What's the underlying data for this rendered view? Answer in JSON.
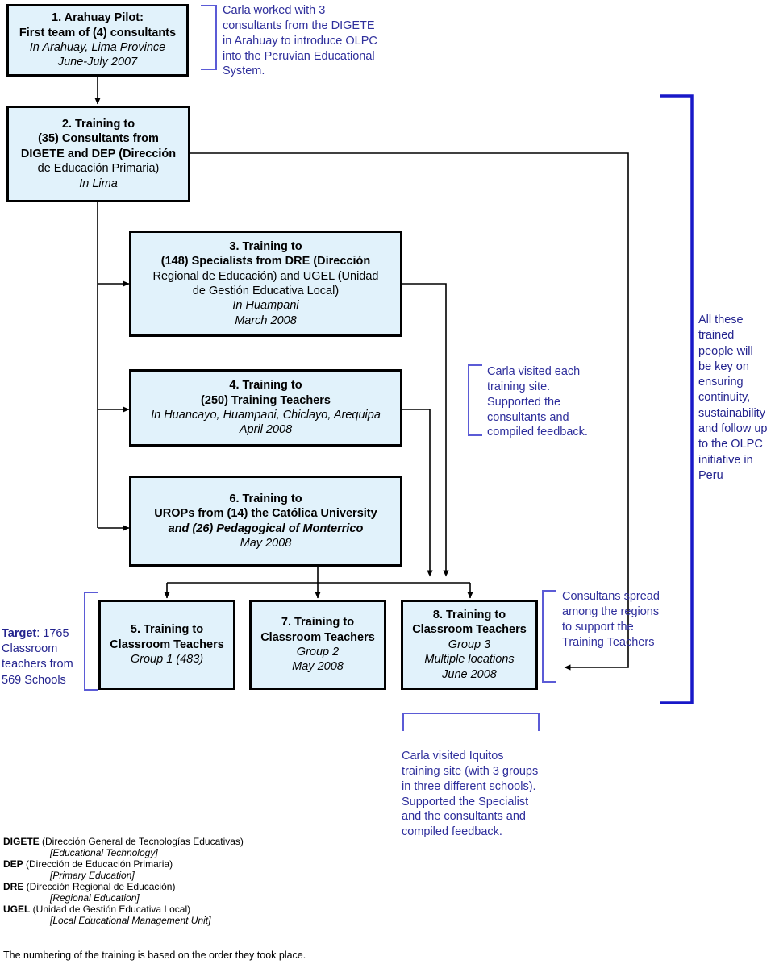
{
  "boxes": {
    "b1": {
      "lines": [
        {
          "text": "1. Arahuay Pilot:",
          "style": "b"
        },
        {
          "text": "First team of (4) consultants",
          "style": "b"
        },
        {
          "text": "In Arahuay, Lima Province",
          "style": "i"
        },
        {
          "text": "June-July 2007",
          "style": "i"
        }
      ]
    },
    "b2": {
      "lines": [
        {
          "text": "2. Training to",
          "style": "b"
        },
        {
          "text": "(35) Consultants from",
          "style": "b"
        },
        {
          "text": "DIGETE and DEP (Dirección",
          "style": "b"
        },
        {
          "text": "de Educación Primaria)",
          "style": "n"
        },
        {
          "text": "In Lima",
          "style": "i"
        }
      ]
    },
    "b3": {
      "lines": [
        {
          "text": "3. Training to",
          "style": "b"
        },
        {
          "text": "(148) Specialists from DRE (Dirección",
          "style": "b"
        },
        {
          "text": "Regional de Educación) and UGEL (Unidad",
          "style": "n"
        },
        {
          "text": "de Gestión Educativa Local)",
          "style": "n"
        },
        {
          "text": "In Huampani",
          "style": "i"
        },
        {
          "text": "March 2008",
          "style": "i"
        }
      ]
    },
    "b4": {
      "lines": [
        {
          "text": "4. Training to",
          "style": "b"
        },
        {
          "text": "(250) Training Teachers",
          "style": "b"
        },
        {
          "text": "In Huancayo, Huampani, Chiclayo, Arequipa",
          "style": "i"
        },
        {
          "text": "April 2008",
          "style": "i"
        }
      ]
    },
    "b6": {
      "lines": [
        {
          "text": "6. Training to",
          "style": "b"
        },
        {
          "text": "UROPs from (14) the Católica University",
          "style": "b"
        },
        {
          "text": "and (26) Pedagogical of Monterrico",
          "style": "bi"
        },
        {
          "text": " ",
          "style": "n"
        },
        {
          "text": "May 2008",
          "style": "i"
        }
      ]
    },
    "b5": {
      "lines": [
        {
          "text": "5. Training to",
          "style": "b"
        },
        {
          "text": "Classroom Teachers",
          "style": "b"
        },
        {
          "text": "Group 1 (483)",
          "style": "i"
        }
      ]
    },
    "b7": {
      "lines": [
        {
          "text": "7. Training to",
          "style": "b"
        },
        {
          "text": "Classroom Teachers",
          "style": "b"
        },
        {
          "text": "Group 2",
          "style": "i"
        },
        {
          "text": " ",
          "style": "n"
        },
        {
          "text": "May 2008",
          "style": "i"
        }
      ]
    },
    "b8": {
      "lines": [
        {
          "text": "8. Training to",
          "style": "b"
        },
        {
          "text": "Classroom Teachers",
          "style": "b"
        },
        {
          "text": "Group 3",
          "style": "i"
        },
        {
          "text": "Multiple locations",
          "style": "i"
        },
        {
          "text": "June 2008",
          "style": "i"
        }
      ]
    }
  },
  "notes": {
    "arahuay": "Carla worked with 3\nconsultants from the DIGETE\nin Arahuay to introduce OLPC\ninto the Peruvian Educational\nSystem.",
    "visited_each": "Carla visited each\ntraining site.\nSupported the\nconsultants and\ncompiled feedback.",
    "iquitos": "Carla visited Iquitos\ntraining site (with 3 groups\nin three different schools).\nSupported the Specialist\nand the consultants and\ncompiled feedback.",
    "consultans_spread": "Consultans spread\namong the regions\nto support the\nTraining Teachers",
    "all_trained": "All these\ntrained\npeople will\nbe key on\nensuring\ncontinuity,\nsustainability\nand follow up\nto the OLPC\ninitiative in\nPeru"
  },
  "target": {
    "label": "Target",
    "rest": ": 1765\nClassroom\nteachers from\n569 Schools"
  },
  "legend": [
    {
      "term": "DIGETE",
      "expansion": " (Dirección General de Tecnologías Educativas)",
      "translation": "[Educational Technology]"
    },
    {
      "term": "DEP",
      "expansion": " (Dirección de Educación Primaria)",
      "translation": "[Primary Education]"
    },
    {
      "term": "DRE",
      "expansion": " (Dirección Regional de Educación)",
      "translation": "[Regional Education]"
    },
    {
      "term": "UGEL",
      "expansion": " (Unidad de Gestión Educativa Local)",
      "translation": "[Local Educational Management Unit]"
    }
  ],
  "footnote": "The numbering of the training is based on the order they took place.",
  "colors": {
    "box_fill": "#e1f2fb",
    "box_border": "#000000",
    "note_blue": "#2f2f9c",
    "bracket_blue": "#5b5bd6",
    "big_bracket_blue": "#1818c8"
  }
}
